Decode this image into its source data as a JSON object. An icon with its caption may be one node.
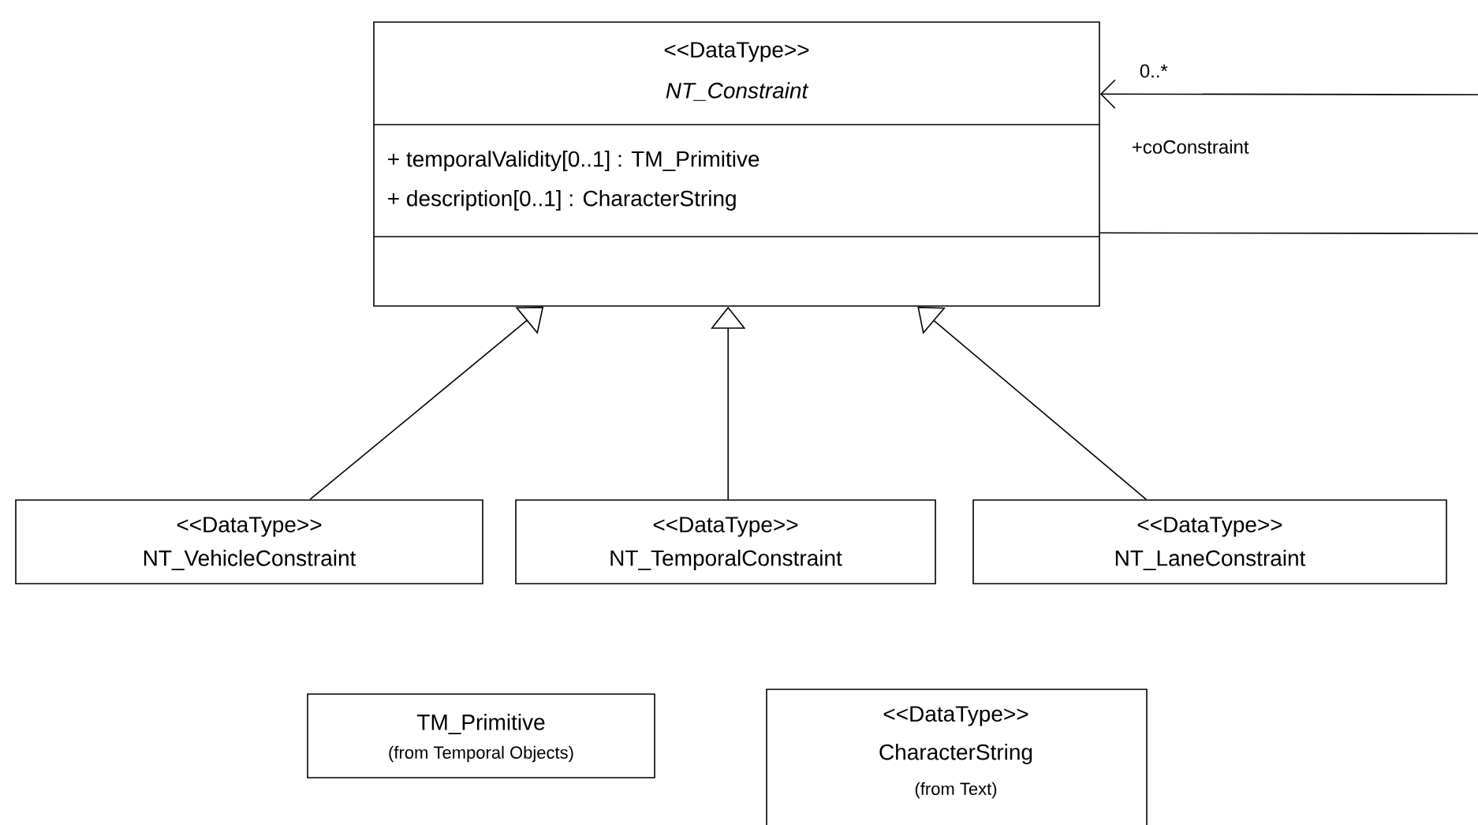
{
  "diagram": {
    "nodes": [
      {
        "text": [
          "<<DataType>>",
          "NT_Constraint",
          "+ temporalValidity[0..1] : TM_Primitive",
          "+ description[0..1] : CharacterString"
        ]
      },
      {
        "text": [
          "<<DataType>>",
          "NT_VehicleConstraint"
        ]
      },
      {
        "text": [
          "<<DataType>>",
          "NT_TemporalConstraint"
        ]
      },
      {
        "text": [
          "<<DataType>>",
          "NT_LaneConstraint"
        ]
      },
      {
        "text": [
          "TM_Primitive",
          "(from Temporal Objects)"
        ]
      },
      {
        "text": [
          "<<DataType>>",
          "CharacterString",
          "(from Text)"
        ]
      }
    ],
    "edges": [
      {
        "from": 1,
        "to": 0,
        "arrow": "to"
      },
      {
        "from": 2,
        "to": 0,
        "arrow": "to"
      },
      {
        "from": 3,
        "to": 0,
        "arrow": "to"
      },
      {
        "from": null,
        "to": 0,
        "arrow": "to",
        "label": "+coConstraint"
      },
      {
        "from": 0,
        "to": null,
        "arrow": "none"
      }
    ],
    "labels": [
      "0..*"
    ]
  }
}
